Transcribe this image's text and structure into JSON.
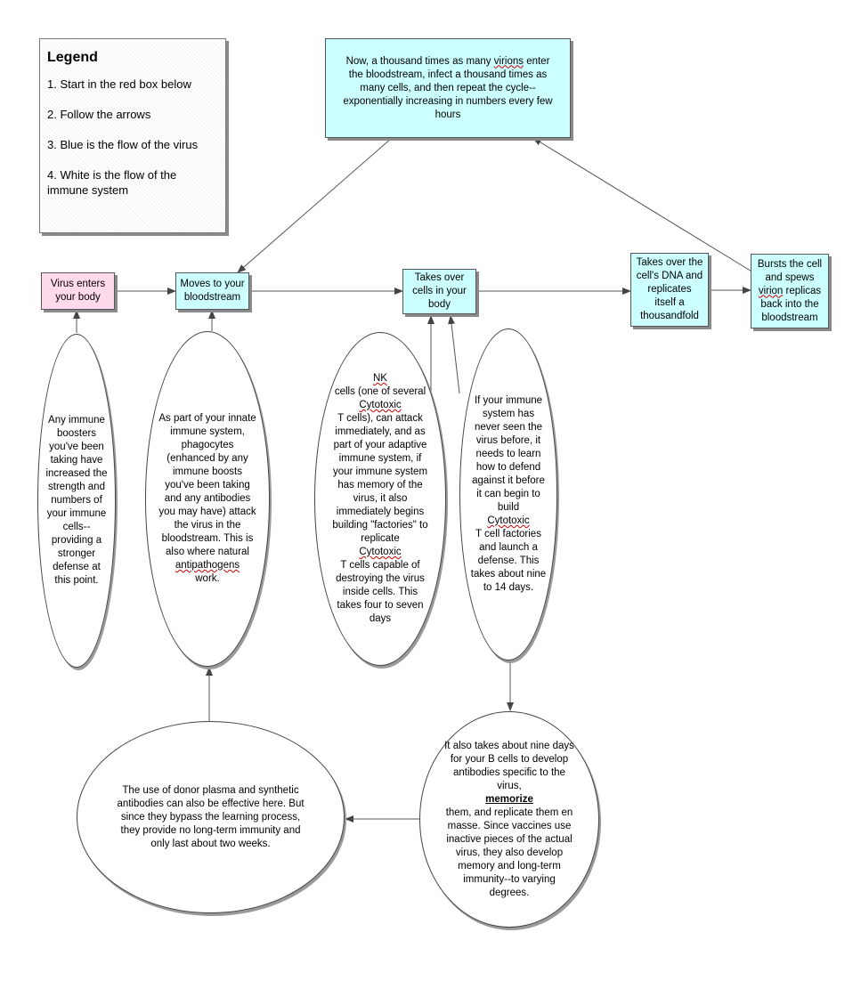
{
  "legend": {
    "title": "Legend",
    "items": [
      "1. Start in the red box below",
      "2. Follow the arrows",
      "3. Blue is the flow of the virus",
      "4. White is the flow of the immune system"
    ]
  },
  "boxes": {
    "top_a": "Now, a thousand times as many ",
    "top_b": "virions",
    "top_c": " enter the bloodstream, infect a thousand times as many cells, and then repeat the cycle--exponentially increasing in numbers every few hours",
    "enter": "Virus enters your body",
    "moves": "Moves to your bloodstream",
    "takes_cells": "Takes over cells in your body",
    "takes_dna": "Takes over the cell's DNA and replicates itself a thousandfold",
    "bursts_a": "Bursts the cell and spews ",
    "bursts_b": "virion",
    "bursts_c": " replicas back into the bloodstream"
  },
  "ellipses": {
    "boosters": "Any immune boosters you've been taking have increased the strength and numbers of your immune cells--providing a stronger defense at this point.",
    "innate_a": "As part of your innate immune system, phagocytes (enhanced by any immune boosts you've been taking and any antibodies you may have) attack the virus in the bloodstream. This is also where natural ",
    "innate_b": "antipathogens",
    "innate_c": " work.",
    "nk_a": "NK",
    "nk_b": " cells (one of several ",
    "nk_c": "Cytotoxic",
    "nk_d": " T cells), can attack immediately, and as part of your adaptive immune system, if your immune system has memory of the virus, it also immediately begins building \"factories\" to replicate ",
    "nk_e": "Cytotoxic",
    "nk_f": " T cells capable of destroying the virus inside cells. This takes four to seven days",
    "never_a": "If your immune system has never seen the virus before, it needs to learn how to defend against it before it can begin to build ",
    "never_b": "Cytotoxic",
    "never_c": " T cell factories and launch a defense. This takes about nine to 14 days.",
    "bcells_a": "It also takes about nine days for your B cells to develop antibodies specific to the virus, ",
    "bcells_b": "memorize",
    "bcells_c": " them, and replicate them en masse. Since vaccines use inactive pieces of the actual virus, they also develop memory and long-term immunity--to varying degrees.",
    "plasma": "The use of donor plasma and synthetic antibodies can also be effective here. But since they bypass the learning process, they provide no long-term immunity and only last about two weeks."
  },
  "colors": {
    "virus_box": "#ccffff",
    "start_box": "#ffd9ec",
    "immune": "#ffffff",
    "line": "#555555"
  }
}
